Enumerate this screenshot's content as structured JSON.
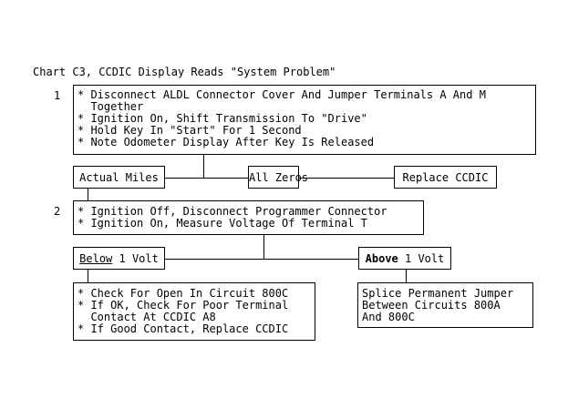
{
  "title": "Chart C3, CCDIC Display Reads \"System Problem\"",
  "steps": [
    {
      "number": "1",
      "lines": [
        "* Disconnect ALDL Connector Cover And Jumper Terminals A And M",
        "  Together",
        "* Ignition On, Shift Transmission To \"Drive\"",
        "* Hold Key In \"Start\" For 1 Second",
        "* Note Odometer Display After Key Is Released"
      ]
    },
    {
      "number": "2",
      "lines": [
        "* Ignition Off, Disconnect Programmer Connector",
        "* Ignition On, Measure Voltage Of Terminal T"
      ]
    }
  ],
  "outcomes_step1": {
    "actual_miles": "Actual Miles",
    "all_zeros": "All Zeros",
    "replace_ccdic": "Replace CCDIC"
  },
  "outcomes_step2": {
    "below_emph": "Below",
    "below_rest": " 1 Volt",
    "above_emph": "Above",
    "above_rest": " 1 Volt"
  },
  "below_actions": [
    "* Check For Open In Circuit 800C",
    "* If OK, Check For Poor Terminal",
    "  Contact At CCDIC A8",
    "* If Good Contact, Replace CCDIC"
  ],
  "above_actions": [
    "Splice Permanent Jumper",
    "Between Circuits 800A",
    "And 800C"
  ]
}
